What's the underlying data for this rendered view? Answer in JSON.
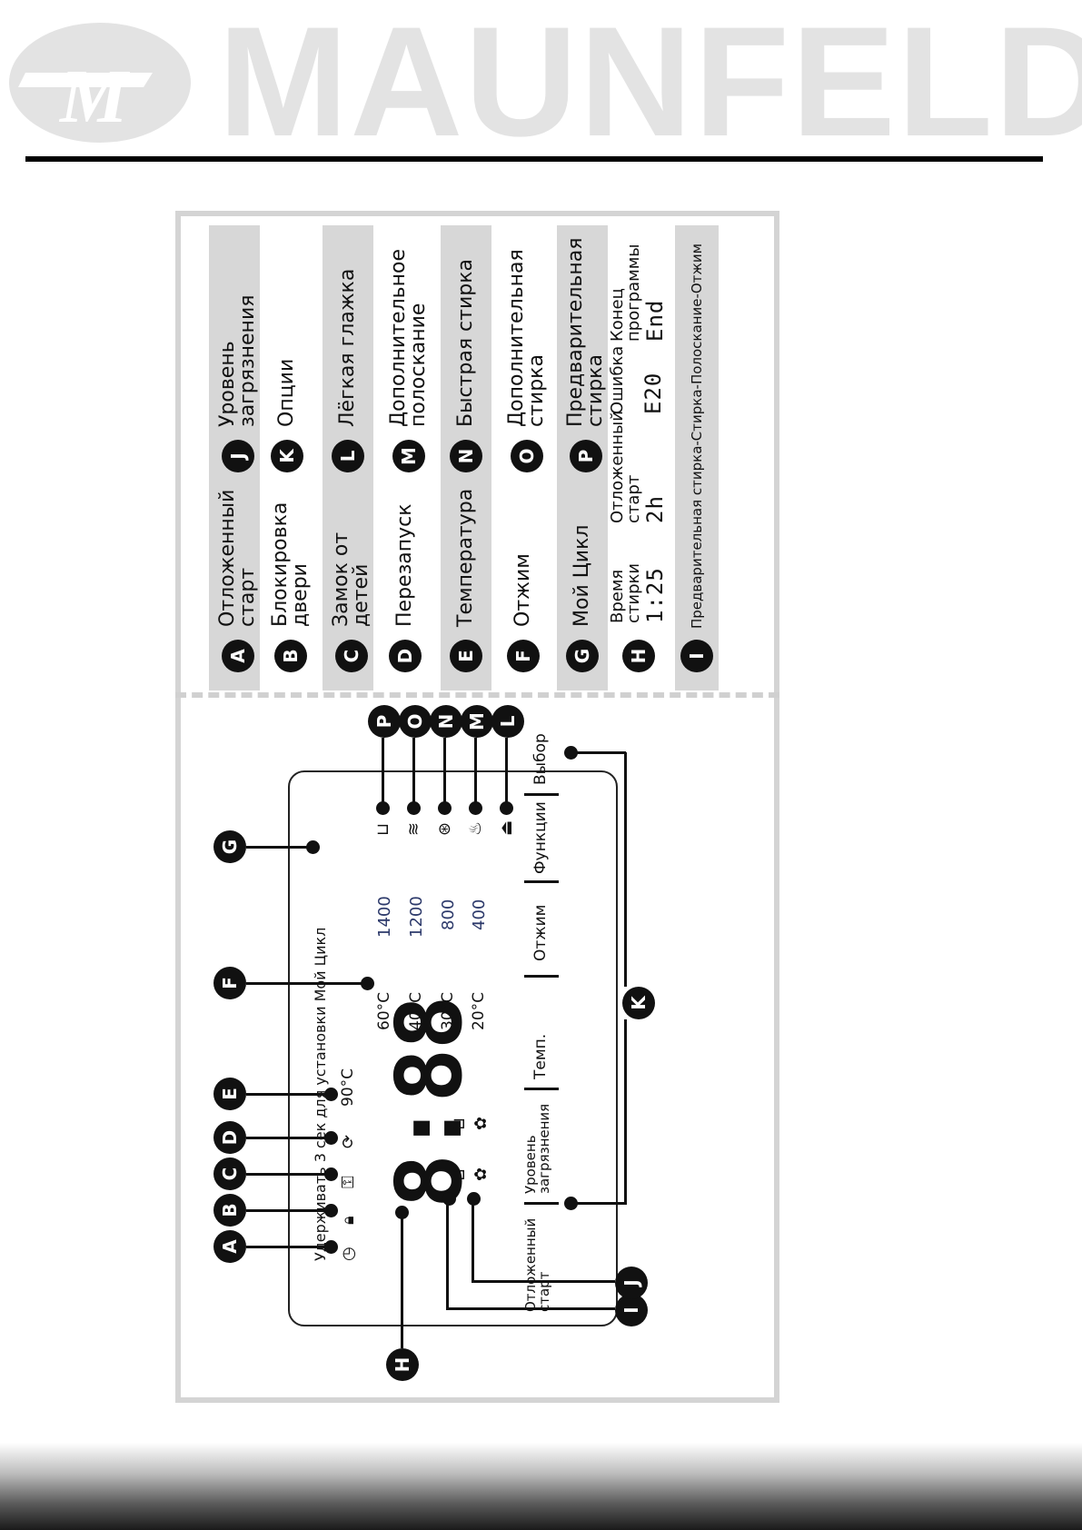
{
  "brand": {
    "name": "MAUNFELD"
  },
  "legend": {
    "rows": [
      {
        "left": {
          "letter": "A",
          "text": "Отложенный старт"
        },
        "right": {
          "letter": "J",
          "text": "Уровень загрязнения"
        },
        "shaded": true
      },
      {
        "left": {
          "letter": "B",
          "text": "Блокировка двери"
        },
        "right": {
          "letter": "K",
          "text": "Опции"
        },
        "shaded": false
      },
      {
        "left": {
          "letter": "C",
          "text": "Замок от детей"
        },
        "right": {
          "letter": "L",
          "text": "Лёгкая глажка"
        },
        "shaded": true
      },
      {
        "left": {
          "letter": "D",
          "text": "Перезапуск"
        },
        "right": {
          "letter": "M",
          "text": "Дополнительное полоскание"
        },
        "shaded": false
      },
      {
        "left": {
          "letter": "E",
          "text": "Температура"
        },
        "right": {
          "letter": "N",
          "text": "Быстрая стирка"
        },
        "shaded": true
      },
      {
        "left": {
          "letter": "F",
          "text": "Отжим"
        },
        "right": {
          "letter": "O",
          "text": "Дополнительная стирка"
        },
        "shaded": false
      },
      {
        "left": {
          "letter": "G",
          "text": "Мой Цикл"
        },
        "right": {
          "letter": "P",
          "text": "Предварительная стирка"
        },
        "shaded": true
      }
    ],
    "row_h": {
      "letter": "H",
      "items": [
        {
          "label": "Время стирки",
          "display": "1:25"
        },
        {
          "label": "Отложенный старт",
          "display": "2h"
        },
        {
          "label": "Ошибка",
          "display": "E20"
        },
        {
          "label": "Конец программы",
          "display": "End"
        }
      ]
    },
    "row_i": {
      "letter": "I",
      "text": "Предварительная стирка-Стирка-Полоскание-Отжим"
    }
  },
  "panel": {
    "hold_text": "Удерживать 3 сек для установки Мой Цикл",
    "digits": "8:88",
    "temps": [
      "90°C",
      "60°C",
      "40°C",
      "30°C",
      "20°C"
    ],
    "spins": [
      "1400",
      "1200",
      "800",
      "400"
    ],
    "buttons": [
      "Отложенный старт",
      "Уровень загрязнения",
      "Темп.",
      "Отжим",
      "Функции",
      "Выбор"
    ],
    "callouts": [
      "A",
      "B",
      "C",
      "D",
      "E",
      "F",
      "G",
      "H",
      "I",
      "J",
      "K",
      "L",
      "M",
      "N",
      "O",
      "P"
    ]
  }
}
